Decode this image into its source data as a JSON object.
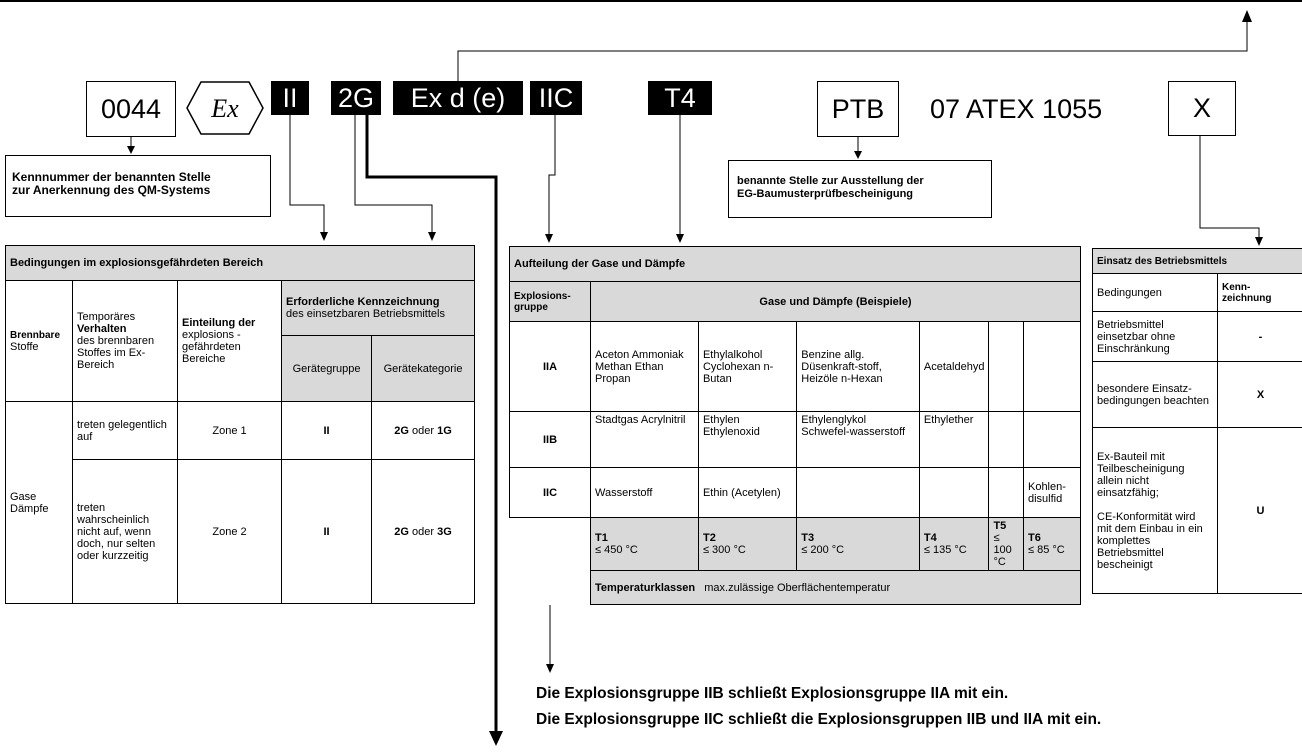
{
  "marking": {
    "notified_body_number": "0044",
    "ex_symbol": "Ex",
    "equipment_group": "II",
    "category": "2G",
    "protection": "Ex d (e)",
    "gas_group": "IIC",
    "temp_class": "T4",
    "certifier": "PTB",
    "certificate": "07 ATEX 1055",
    "special_condition": "X"
  },
  "notes": {
    "qm_line1": "Kennnummer der benannten Stelle",
    "qm_line2": "zur Anerkennung des QM-Systems",
    "cert_line1": "benannte Stelle zur Ausstellung der",
    "cert_line2": "EG-Baumusterprüfbescheinigung"
  },
  "conditions_table": {
    "title": "Bedingungen im explosionsgefährdeten Bereich",
    "col_substances_bold": "Brennbare",
    "col_substances": "Stoffe",
    "col_behavior_pre": "Temporäres",
    "col_behavior_bold": "Verhalten",
    "col_behavior_post": "des brennbaren Stoffes im Ex-Bereich",
    "col_zones_bold": "Einteilung der",
    "col_zones": "explosions - gefährdeten Bereiche",
    "col_required_bold": "Erforderliche Kennzeichnung",
    "col_required": "des einsetzbaren Betriebsmittels",
    "col_group": "Gerätegruppe",
    "col_category": "Gerätekategorie",
    "substance": "Gase Dämpfe",
    "row1": {
      "behavior": "treten gelegentlich auf",
      "zone": "Zone 1",
      "group": "II",
      "cat_a": "2G",
      "cat_or": " oder ",
      "cat_b": "1G"
    },
    "row2": {
      "behavior": "treten wahrscheinlich nicht auf, wenn doch, nur selten oder kurzzeitig",
      "zone": "Zone 2",
      "group": "II",
      "cat_a": "2G",
      "cat_or": " oder ",
      "cat_b": "3G"
    }
  },
  "gases_table": {
    "title": "Aufteilung der Gase und Dämpfe",
    "col_group": "Explosions-gruppe",
    "col_examples": "Gase und Dämpfe (Beispiele)",
    "rows": [
      {
        "group": "IIA",
        "cells": [
          "Aceton Ammoniak Methan Ethan Propan",
          "Ethylalkohol Cyclohexan n-Butan",
          "Benzine allg. Düsenkraft-stoff, Heizöle n-Hexan",
          "Acetaldehyd",
          "",
          ""
        ]
      },
      {
        "group": "IIB",
        "cells": [
          "Stadtgas Acrylnitril",
          "Ethylen Ethylenoxid",
          "Ethylenglykol Schwefel-wasserstoff",
          "Ethylether",
          "",
          ""
        ]
      },
      {
        "group": "IIC",
        "cells": [
          "Wasserstoff",
          "Ethin (Acetylen)",
          "",
          "",
          "",
          "Kohlen-disulfid"
        ]
      }
    ],
    "temps": [
      {
        "cls": "T1",
        "val": "≤ 450 °C"
      },
      {
        "cls": "T2",
        "val": "≤ 300 °C"
      },
      {
        "cls": "T3",
        "val": "≤ 200 °C"
      },
      {
        "cls": "T4",
        "val": "≤ 135 °C"
      },
      {
        "cls": "T5",
        "val": "≤ 100 °C"
      },
      {
        "cls": "T6",
        "val": "≤  85 °C"
      }
    ],
    "temp_footer_bold": "Temperaturklassen",
    "temp_footer": "max.zulässige Oberflächentemperatur"
  },
  "use_table": {
    "title": "Einsatz des Betriebsmittels",
    "col_conditions": "Bedingungen",
    "col_marking": "Kenn-zeichnung",
    "rows": [
      {
        "cond": "Betriebsmittel einsetzbar ohne Einschränkung",
        "mark": "-"
      },
      {
        "cond": "besondere Einsatz-bedingungen beachten",
        "mark": "X"
      },
      {
        "cond_a": "Ex-Bauteil mit Teilbescheinigung allein nicht einsatzfähig;",
        "cond_b": "CE-Konformität wird mit dem Einbau in ein komplettes Betriebsmittel bescheinigt",
        "mark": "U"
      }
    ]
  },
  "bottom": {
    "line1": "Die Explosionsgruppe IIB schließt Explosionsgruppe IIA mit ein.",
    "line2": "Die Explosionsgruppe IIC schließt die Explosionsgruppen IIB und IIA mit ein."
  }
}
